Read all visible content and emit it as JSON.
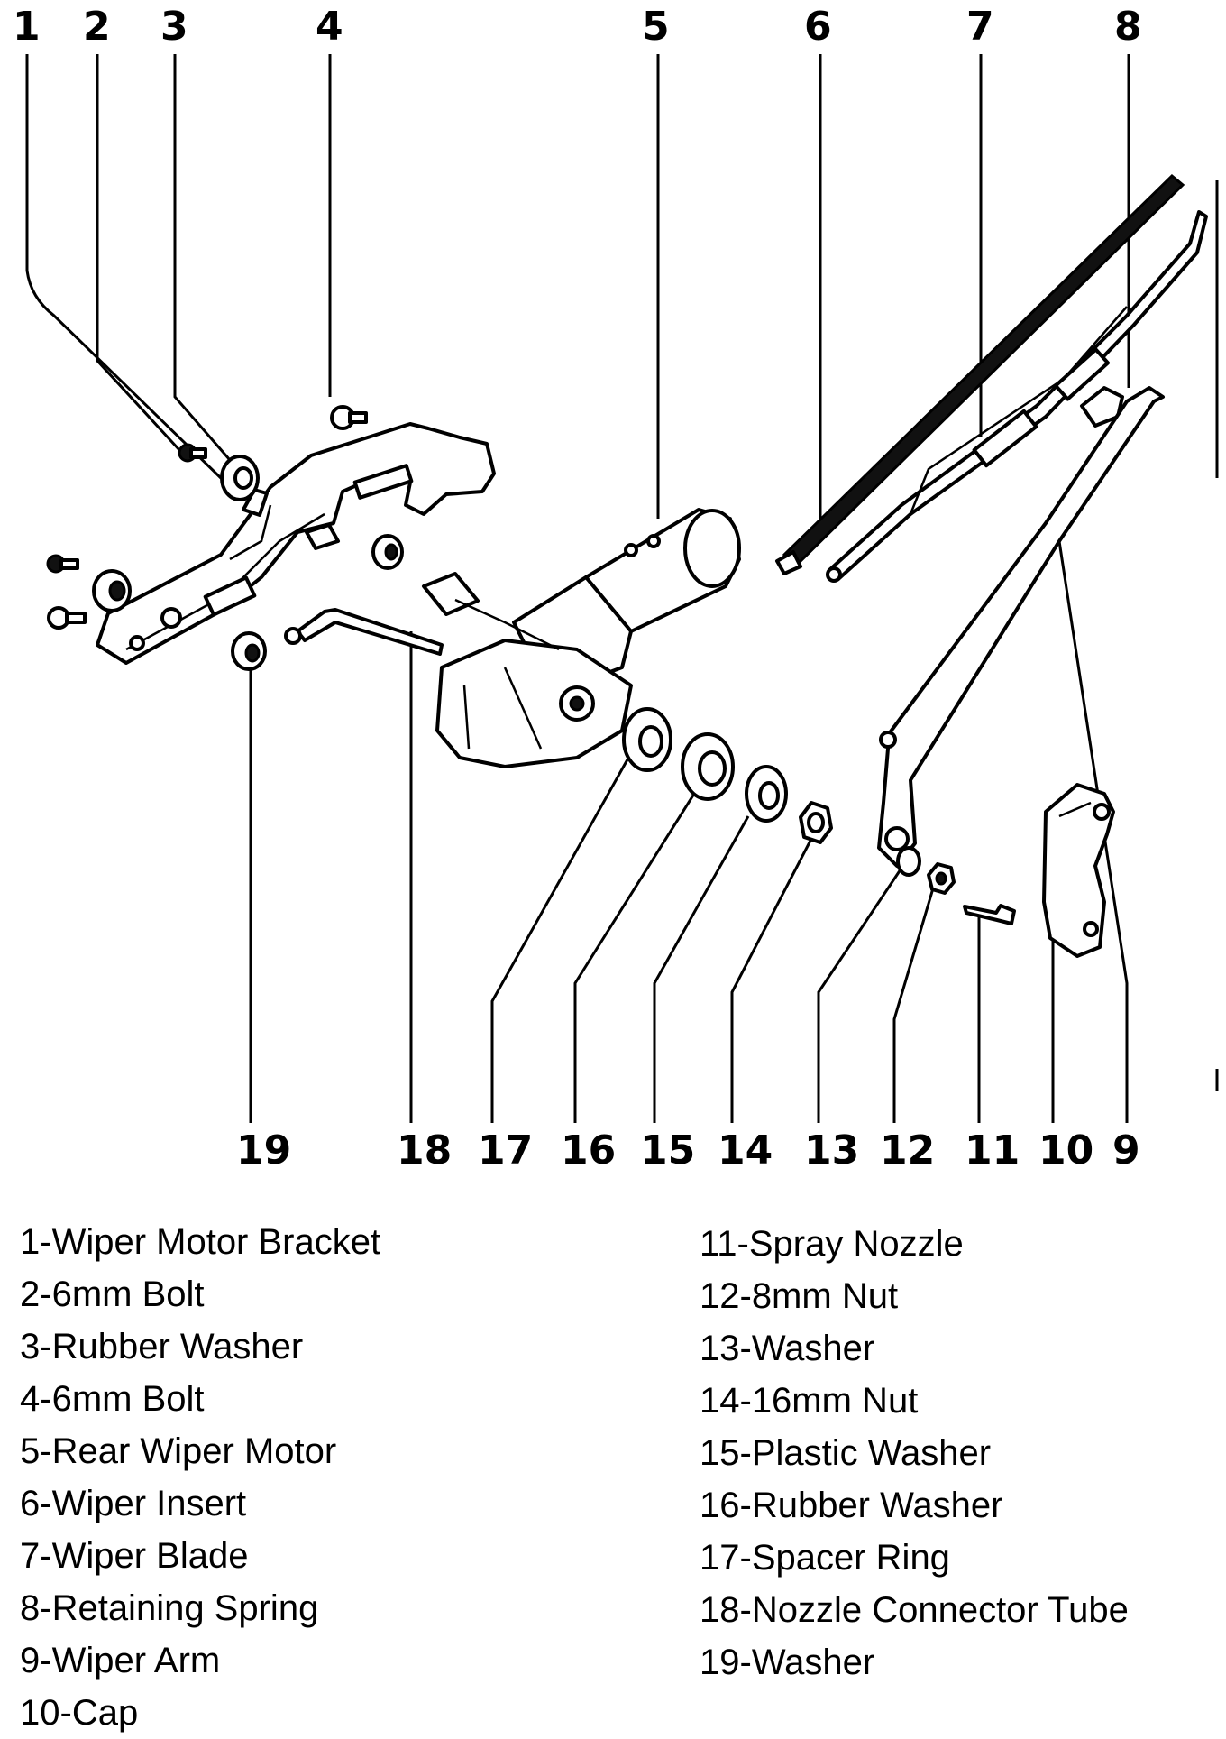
{
  "diagram": {
    "top_numbers": [
      "1",
      "2",
      "3",
      "4",
      "5",
      "6",
      "7",
      "8"
    ],
    "bottom_numbers": [
      "19",
      "18",
      "17",
      "16",
      "15",
      "14",
      "13",
      "12",
      "11",
      "10",
      "9"
    ]
  },
  "legend": {
    "left": [
      "1-Wiper Motor Bracket",
      "2-6mm Bolt",
      "3-Rubber Washer",
      "4-6mm Bolt",
      "5-Rear Wiper Motor",
      "6-Wiper Insert",
      "7-Wiper Blade",
      "8-Retaining Spring",
      "9-Wiper Arm",
      "10-Cap"
    ],
    "right": [
      "11-Spray Nozzle",
      "12-8mm Nut",
      "13-Washer",
      "14-16mm Nut",
      "15-Plastic Washer",
      "16-Rubber Washer",
      "17-Spacer Ring",
      "18-Nozzle Connector Tube",
      "19-Washer"
    ]
  }
}
